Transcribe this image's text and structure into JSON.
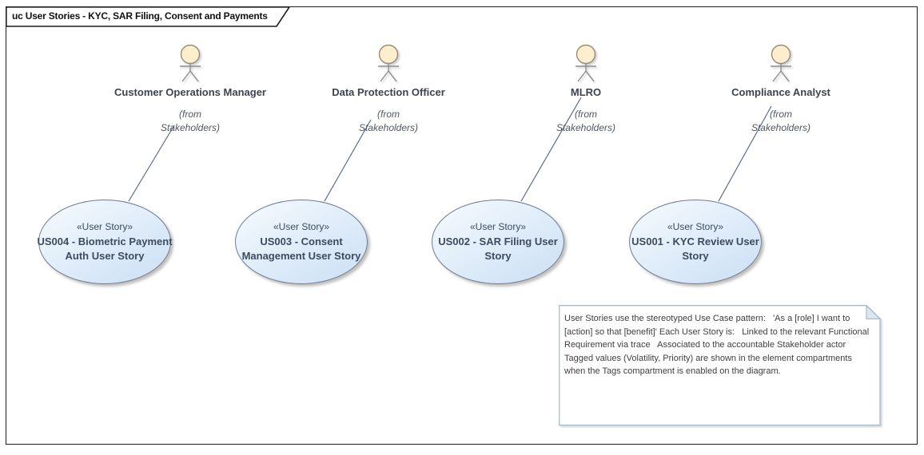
{
  "frame": {
    "title": "uc User Stories - KYC, SAR Filing, Consent and Payments"
  },
  "actors": [
    {
      "name": "Customer Operations Manager",
      "origin": "(from Stakeholders)"
    },
    {
      "name": "Data Protection Officer",
      "origin": "(from Stakeholders)"
    },
    {
      "name": "MLRO",
      "origin": "(from Stakeholders)"
    },
    {
      "name": "Compliance Analyst",
      "origin": "(from Stakeholders)"
    }
  ],
  "use_cases": [
    {
      "stereotype": "«User Story»",
      "name": "US004 - Biometric Payment Auth User Story"
    },
    {
      "stereotype": "«User Story»",
      "name": "US003 - Consent Management User Story"
    },
    {
      "stereotype": "«User Story»",
      "name": "US002 - SAR Filing User Story"
    },
    {
      "stereotype": "«User Story»",
      "name": "US001 - KYC Review User Story"
    }
  ],
  "note": {
    "text": "User Stories use the stereotyped Use Case pattern:   'As a [role] I want to [action] so that [benefit]' Each User Story is:   Linked to the relevant Functional Requirement via trace   Associated to the accountable Stakeholder actor Tagged values (Volatility, Priority) are shown in the element compartments when the Tags compartment is enabled on the diagram."
  },
  "colors": {
    "frame_border": "#1c1c1c",
    "usecase_border": "#6e7d94",
    "usecase_fill_top": "#f7fbfe",
    "usecase_fill_bottom": "#cbdff5",
    "connector": "#5a6a84",
    "actor_head_fill": "#fdeecd",
    "actor_outline": "#9a8c74",
    "note_border": "#a9bbca",
    "note_fold_fill": "#dde5ed",
    "label_text": "#3c4450"
  }
}
